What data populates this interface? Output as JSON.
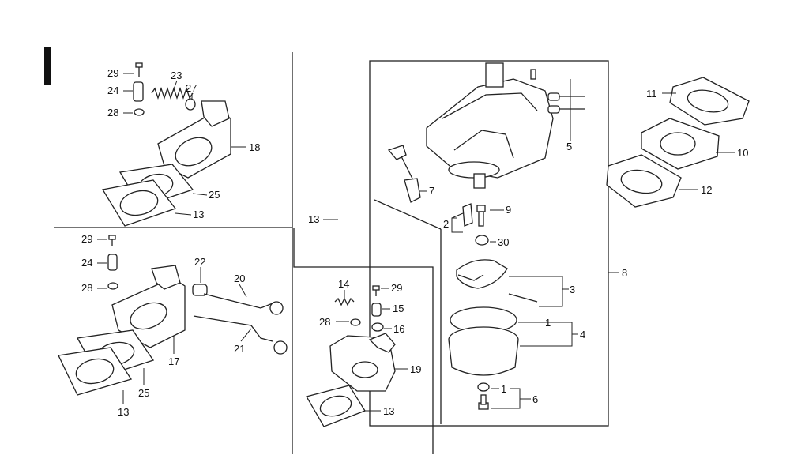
{
  "diagram": {
    "callouts": {
      "c29a": "29",
      "c24a": "24",
      "c28a": "28",
      "c23": "23",
      "c27": "27",
      "c18": "18",
      "c25a": "25",
      "c13a": "13",
      "c29b": "29",
      "c24b": "24",
      "c28b": "28",
      "c22": "22",
      "c20": "20",
      "c21": "21",
      "c17": "17",
      "c25b": "25",
      "c13b": "13",
      "c13c": "13",
      "c7": "7",
      "c2": "2",
      "c9": "9",
      "c30": "30",
      "c5": "5",
      "c3": "3",
      "c1a": "1",
      "c4": "4",
      "c1b": "1",
      "c6": "6",
      "c8": "8",
      "c14": "14",
      "c29c": "29",
      "c15": "15",
      "c28c": "28",
      "c16": "16",
      "c19": "19",
      "c13d": "13",
      "c11": "11",
      "c10": "10",
      "c12": "12"
    }
  }
}
